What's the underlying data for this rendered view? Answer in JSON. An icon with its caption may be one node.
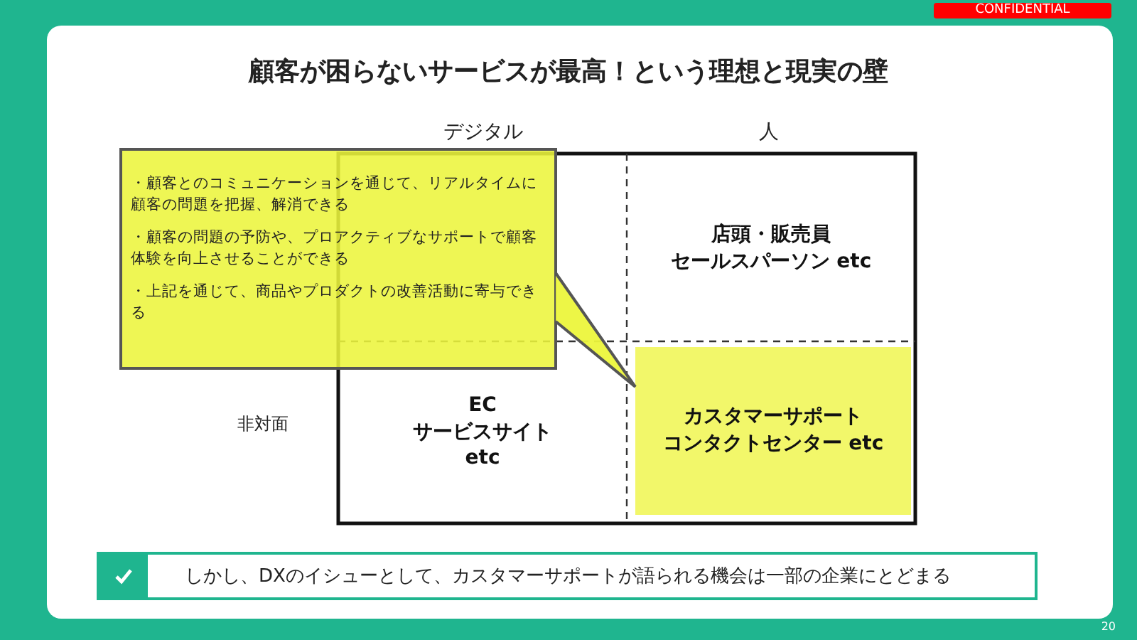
{
  "diagram": {
    "title": "顧客が困らないサービスが最高！という理想と現実の壁",
    "nodes": [
      {
        "text": [
          "・顧客とのコミュニケーションを通じて、リアルタイムに顧客の問題を把握、解消できる",
          "・顧客の問題の予防や、プロアクティブなサポートで顧客体験を向上させることができる",
          "・上記を通じて、商品やプロダクトの改善活動に寄与できる"
        ]
      },
      {
        "text": [
          "店頭・販売員",
          "セールスパーソン etc"
        ]
      },
      {
        "text": [
          "EC",
          "サービスサイト",
          "etc"
        ]
      },
      {
        "text": [
          "カスタマーサポート",
          "コンタクトセンター etc"
        ]
      },
      {
        "text": [
          "しかし、DXのイシューとして、カスタマーサポートが語られる機会は一部の企業にとどまる"
        ]
      }
    ],
    "edges": [
      {
        "from": 0,
        "to": 3,
        "arrow": "none"
      }
    ],
    "labels": [
      "CONFIDENTIAL",
      "デジタル",
      "人",
      "非対面",
      "20"
    ]
  }
}
